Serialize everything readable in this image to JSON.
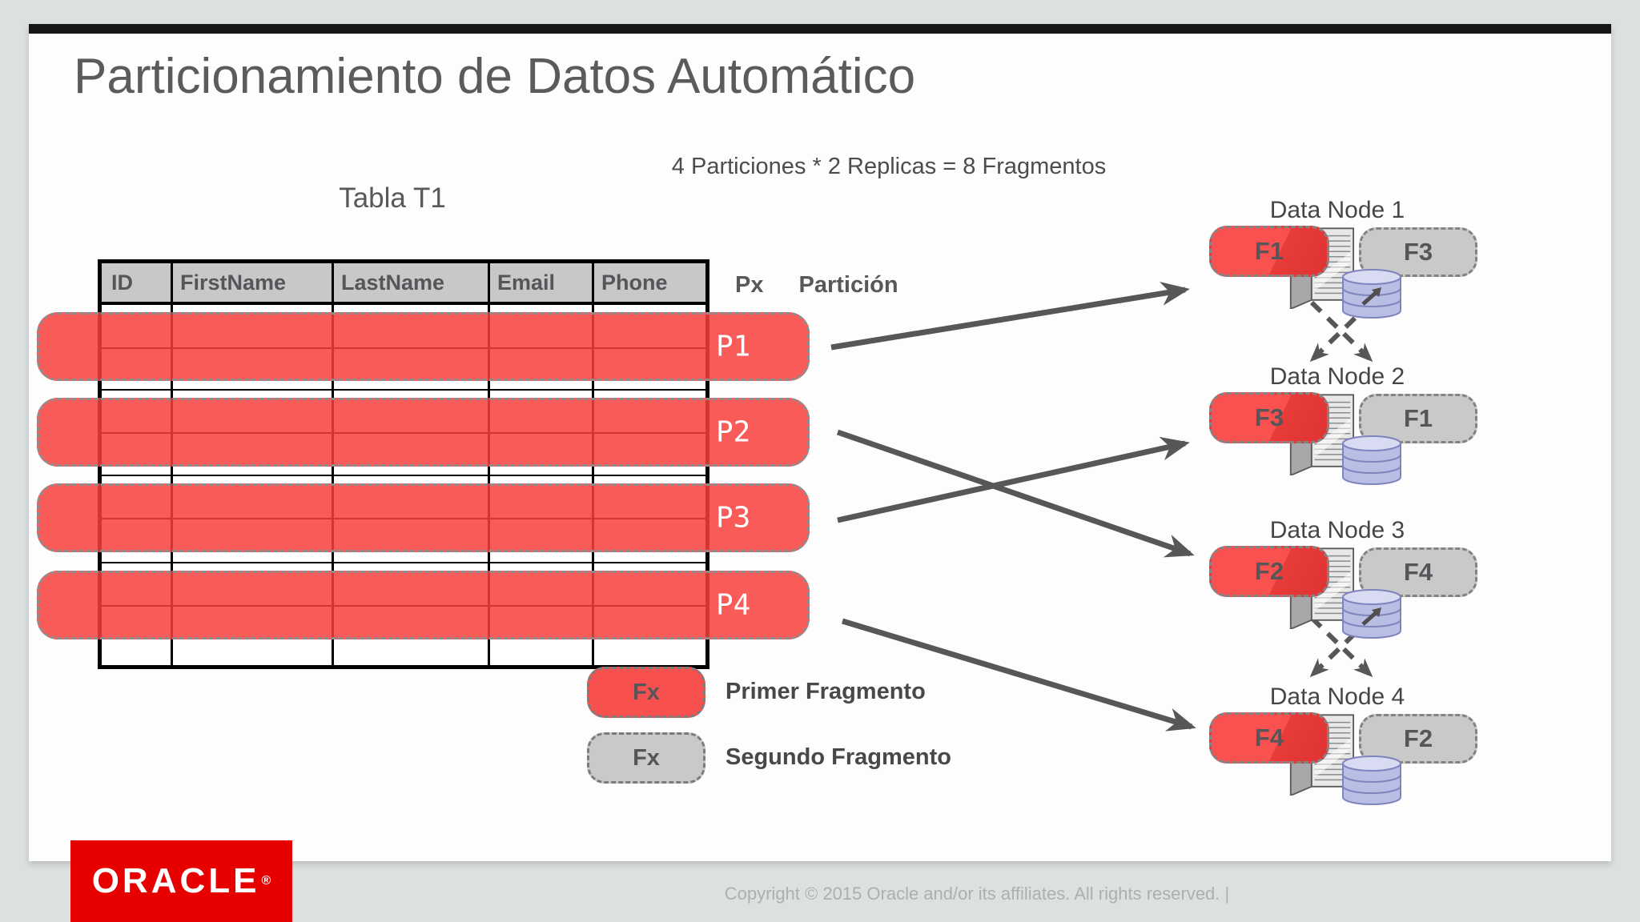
{
  "header": {
    "title": "Particionamiento de Datos Automático"
  },
  "diagram": {
    "subtitle": "4 Particiones * 2 Replicas = 8 Fragmentos",
    "table_title": "Tabla T1",
    "table": {
      "columns": [
        "ID",
        "FirstName",
        "LastName",
        "Email",
        "Phone"
      ]
    },
    "partitions": [
      {
        "label": "P1"
      },
      {
        "label": "P2"
      },
      {
        "label": "P3"
      },
      {
        "label": "P4"
      }
    ],
    "partition_legend": {
      "symbol": "Px",
      "label": "Partición"
    },
    "fragment_legend": [
      {
        "symbol": "Fx",
        "label": "Primer Fragmento"
      },
      {
        "symbol": "Fx",
        "label": "Segundo Fragmento"
      }
    ],
    "data_nodes": [
      {
        "name": "Data Node 1",
        "primary_fragment": "F1",
        "secondary_fragment": "F3"
      },
      {
        "name": "Data Node 2",
        "primary_fragment": "F3",
        "secondary_fragment": "F1"
      },
      {
        "name": "Data Node 3",
        "primary_fragment": "F2",
        "secondary_fragment": "F4"
      },
      {
        "name": "Data Node 4",
        "primary_fragment": "F4",
        "secondary_fragment": "F2"
      }
    ]
  },
  "footer": {
    "brand": "ORACLE",
    "brand_reg": "®",
    "copyright": "Copyright © 2015 Oracle and/or its affiliates. All rights reserved.   |"
  },
  "colors": {
    "primary_fragment": "#f8504e",
    "secondary_fragment": "#c9c9c9",
    "oracle_red": "#e60000",
    "background": "#dce0df",
    "table_header_bg": "#c8c8c8",
    "arrow": "#575757",
    "text_gray": "#55565a"
  }
}
